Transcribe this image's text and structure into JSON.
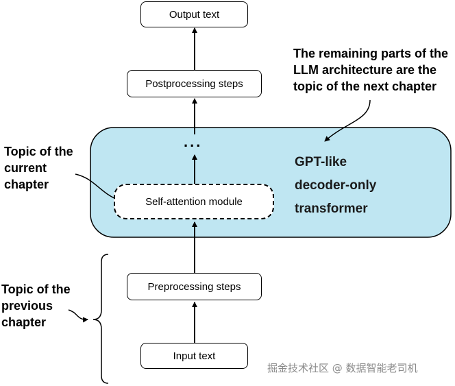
{
  "boxes": {
    "output": "Output text",
    "postprocessing": "Postprocessing steps",
    "self_attention": "Self-attention module",
    "preprocessing": "Preprocessing steps",
    "input": "Input text"
  },
  "ellipsis": "...",
  "gpt_label": [
    "GPT-like",
    "decoder-only",
    "transformer"
  ],
  "annotations": {
    "next_chapter": [
      "The remaining parts of the",
      "LLM architecture are the",
      "topic of the next chapter"
    ],
    "current_chapter": [
      "Topic of the",
      "current",
      "chapter"
    ],
    "previous_chapter": [
      "Topic of the",
      "previous",
      "chapter"
    ]
  },
  "watermark": "掘金技术社区 @ 数据智能老司机",
  "colors": {
    "transformer_fill": "#bfe6f2",
    "stroke": "#000000"
  }
}
